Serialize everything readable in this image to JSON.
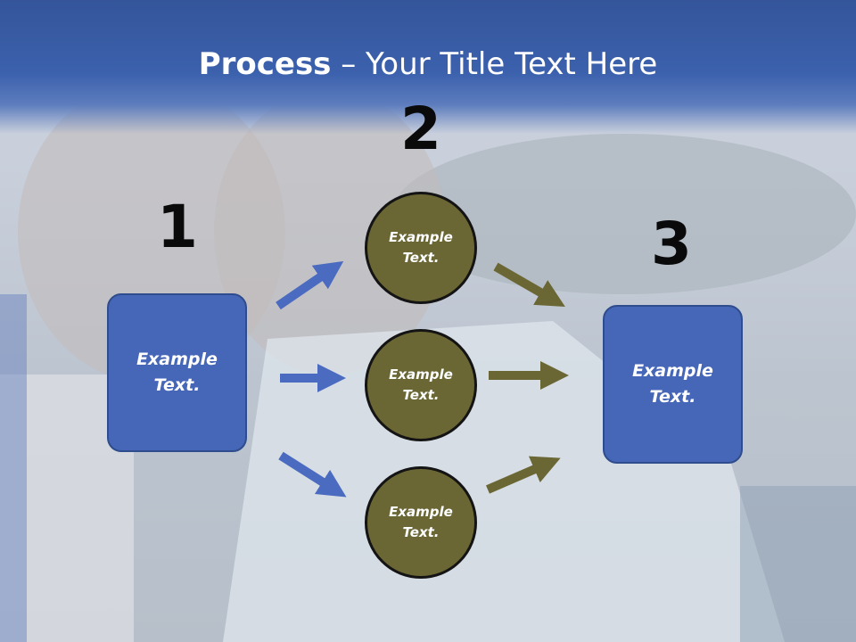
{
  "title": {
    "bold": "Process",
    "rest": " – Your Title Text Here"
  },
  "steps": {
    "one": "1",
    "two": "2",
    "three": "3"
  },
  "boxes": {
    "left": "Example Text.",
    "right": "Example Text."
  },
  "circles": {
    "top": "Example Text.",
    "middle": "Example Text.",
    "bottom": "Example Text."
  },
  "colors": {
    "header": "#3c61ad",
    "box": "#4666b8",
    "circle": "#6b6734",
    "blue_arrow": "#4a6bc0",
    "olive_arrow": "#6b6734"
  }
}
